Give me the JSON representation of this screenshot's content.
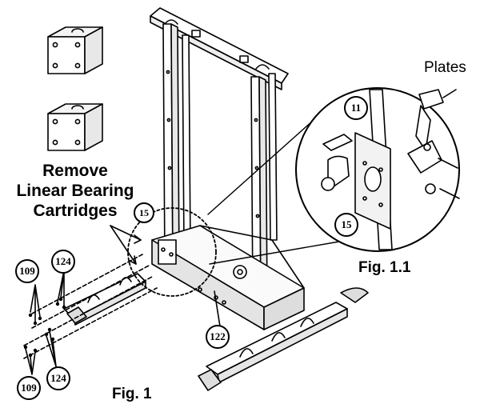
{
  "instruction": {
    "line1": "Remove",
    "line2": "Linear Bearing",
    "line3": "Cartridges"
  },
  "figures": {
    "main": "Fig. 1",
    "detail": "Fig. 1.1"
  },
  "detail_label": "Plates",
  "callouts": {
    "c11": "11",
    "c15_detail": "15",
    "c15_main": "15",
    "c109_top": "109",
    "c124_top": "124",
    "c109_bottom": "109",
    "c124_bottom": "124",
    "c122": "122"
  }
}
